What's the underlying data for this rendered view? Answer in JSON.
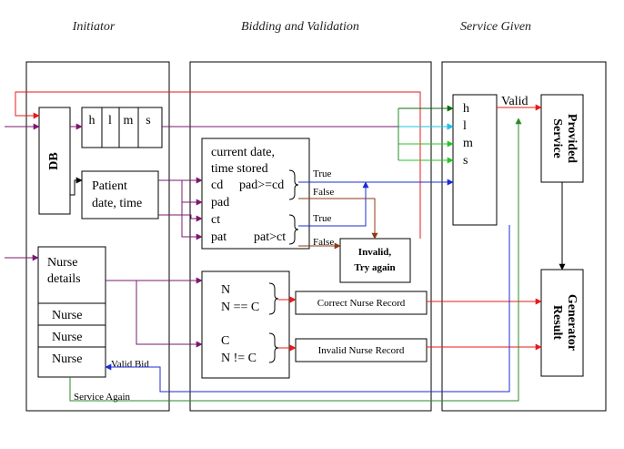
{
  "headers": {
    "initiator": "Initiator",
    "bidding": "Bidding and Validation",
    "service_given": "Service Given"
  },
  "db": {
    "label": "DB",
    "codes": [
      "h",
      "l",
      "m",
      "s"
    ]
  },
  "patient": {
    "line1": "Patient",
    "line2": "date, time"
  },
  "nurse": {
    "details_line1": "Nurse",
    "details_line2": "details",
    "rows": [
      "Nurse",
      "Nurse",
      "Nurse"
    ]
  },
  "compare": {
    "line1": "current date,",
    "line2": "time stored",
    "cd": "cd",
    "cond1": "pad>=cd",
    "pad": "pad",
    "ct": "ct",
    "pat": "pat",
    "cond2": "pat>ct"
  },
  "branches": {
    "true1": "True",
    "false1": "False",
    "true2": "True",
    "false2": "False"
  },
  "invalid": {
    "line1": "Invalid,",
    "line2": "Try again"
  },
  "nurse_check": {
    "n": "N",
    "eq": "N == C",
    "c": "C",
    "neq": "N != C"
  },
  "records": {
    "correct": "Correct Nurse Record",
    "invalid": "Invalid Nurse Record"
  },
  "service": {
    "codes": [
      "h",
      "l",
      "m",
      "s"
    ],
    "valid": "Valid",
    "provided_line1": "Service",
    "provided_line2": "Provided",
    "generator_line1": "Result",
    "generator_line2": "Generator"
  },
  "feedback": {
    "valid_bid": "Valid Bid",
    "service_again": "Service Again"
  },
  "colors": {
    "red": "#e8191a",
    "blue": "#1c2bd6",
    "green": "#2a8a2a",
    "purple": "#7a1a6e",
    "brown": "#8b3a14",
    "cyan": "#16c6e6",
    "lime": "#27c427",
    "darkgreen": "#0b6b0b"
  }
}
